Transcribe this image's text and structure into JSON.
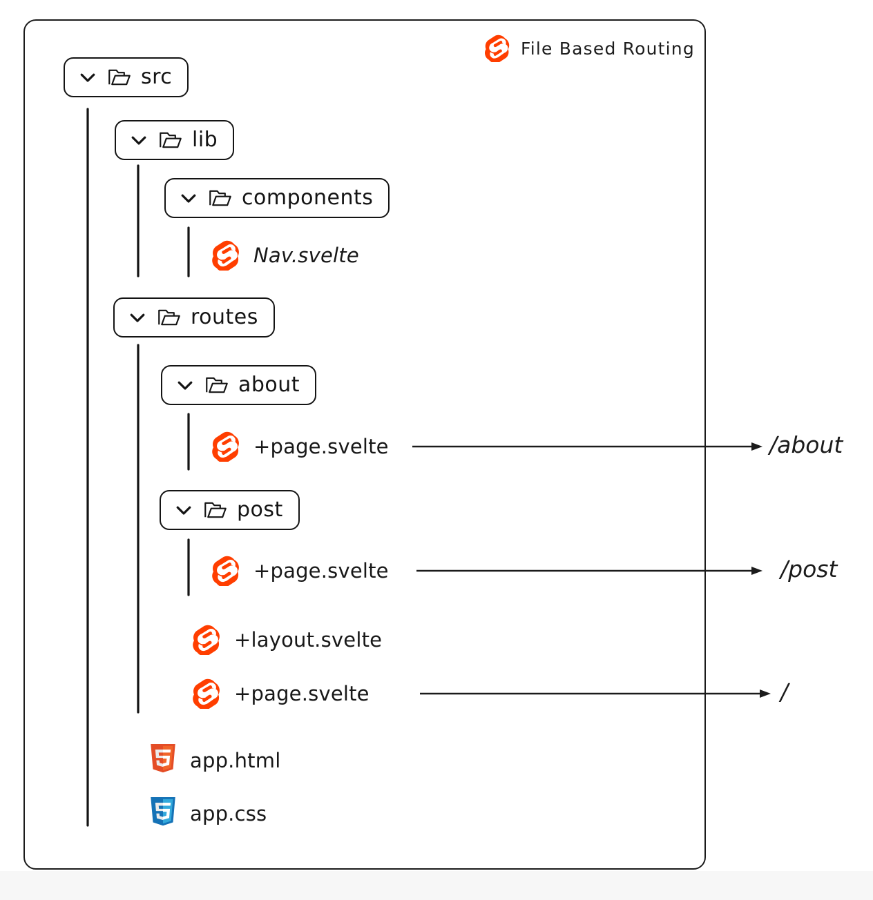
{
  "header": {
    "title": "File Based Routing",
    "logo_icon": "svelte-logo-icon"
  },
  "colors": {
    "svelte_orange": "#ff3e00",
    "html5_orange": "#e44d26",
    "html5_orange_light": "#f16529",
    "css3_blue": "#1572b6",
    "css3_blue_light": "#33a9dc",
    "ink": "#141414",
    "frame_bg": "#ffffff",
    "page_bg": "#f7f7f7"
  },
  "tree": {
    "nodes": [
      {
        "id": "src",
        "type": "folder",
        "label": "src",
        "depth": 0,
        "chevron": "chevron-down-icon",
        "icon": "folder-open-icon"
      },
      {
        "id": "lib",
        "type": "folder",
        "label": "lib",
        "depth": 1,
        "chevron": "chevron-down-icon",
        "icon": "folder-open-icon"
      },
      {
        "id": "components",
        "type": "folder",
        "label": "components",
        "depth": 2,
        "chevron": "chevron-down-icon",
        "icon": "folder-open-icon"
      },
      {
        "id": "nav-svelte",
        "type": "file",
        "label": "Nav.svelte",
        "depth": 3,
        "icon": "svelte-file-icon"
      },
      {
        "id": "routes",
        "type": "folder",
        "label": "routes",
        "depth": 1,
        "chevron": "chevron-down-icon",
        "icon": "folder-open-icon"
      },
      {
        "id": "about",
        "type": "folder",
        "label": "about",
        "depth": 2,
        "chevron": "chevron-down-icon",
        "icon": "folder-open-icon"
      },
      {
        "id": "about-page",
        "type": "file",
        "label": "+page.svelte",
        "depth": 3,
        "icon": "svelte-file-icon",
        "route": "/about"
      },
      {
        "id": "post",
        "type": "folder",
        "label": "post",
        "depth": 2,
        "chevron": "chevron-down-icon",
        "icon": "folder-open-icon"
      },
      {
        "id": "post-page",
        "type": "file",
        "label": "+page.svelte",
        "depth": 3,
        "icon": "svelte-file-icon",
        "route": "/post"
      },
      {
        "id": "root-layout",
        "type": "file",
        "label": "+layout.svelte",
        "depth": 2,
        "icon": "svelte-file-icon"
      },
      {
        "id": "root-page",
        "type": "file",
        "label": "+page.svelte",
        "depth": 2,
        "icon": "svelte-file-icon",
        "route": "/"
      },
      {
        "id": "app-html",
        "type": "file",
        "label": "app.html",
        "depth": 1,
        "icon": "html5-file-icon"
      },
      {
        "id": "app-css",
        "type": "file",
        "label": "app.css",
        "depth": 1,
        "icon": "css3-file-icon"
      }
    ]
  },
  "routes": [
    {
      "id": "route-about",
      "label": "/about",
      "from": "about-page"
    },
    {
      "id": "route-post",
      "label": "/post",
      "from": "post-page"
    },
    {
      "id": "route-root",
      "label": "/",
      "from": "root-page"
    }
  ]
}
